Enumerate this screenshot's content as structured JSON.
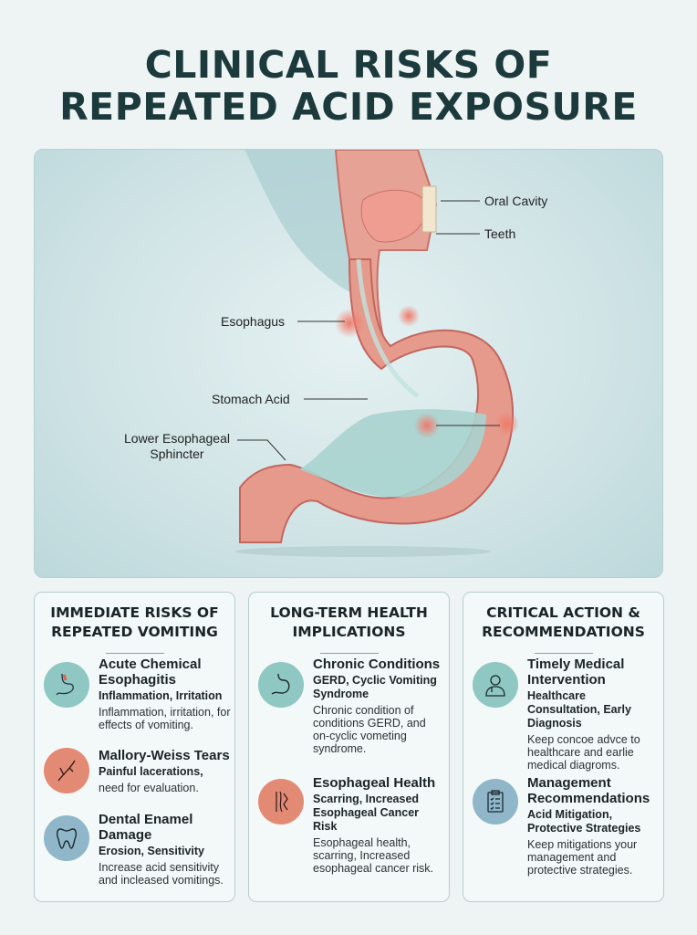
{
  "title": {
    "line1": "CLINICAL RISKS OF",
    "line2": "REPEATED ACID EXPOSURE"
  },
  "diagram": {
    "labels": {
      "oral_cavity": "Oral Cavity",
      "teeth": "Teeth",
      "esophagus": "Esophagus",
      "stomach_acid": "Stomach Acid",
      "les_line1": "Lower Esophageal",
      "les_line2": "Sphincter"
    }
  },
  "colors": {
    "title": "#1c3a3c",
    "teal": "#8fc7c2",
    "coral": "#e38a74",
    "blue": "#8fb7c9",
    "tissue": "#e8a094"
  },
  "cards": [
    {
      "heading": "IMMEDIATE RISKS OF REPEATED VOMITING",
      "items": [
        {
          "icon": "esophagus-icon",
          "title": "Acute Chemical Esophagitis",
          "subtitle": "Inflammation, Irritation",
          "desc": "Inflammation, irritation, for effects of vomiting."
        },
        {
          "icon": "tear-icon",
          "title": "Mallory-Weiss Tears",
          "subtitle": "Painful lacerations,",
          "desc": "need for evaluation."
        },
        {
          "icon": "tooth-icon",
          "title": "Dental Enamel Damage",
          "subtitle": "Erosion, Sensitivity",
          "desc": "Increase acid sensitivity and incleased vomitings."
        }
      ]
    },
    {
      "heading": "LONG-TERM HEALTH IMPLICATIONS",
      "items": [
        {
          "icon": "stomach-icon",
          "title": "Chronic Conditions",
          "subtitle": "GERD, Cyclic Vomiting Syndrome",
          "desc": "Chronic condition of conditions GERD, and on-cyclic vometing syndrome."
        },
        {
          "icon": "scarring-icon",
          "title": "Esophageal Health",
          "subtitle": "Scarring, Increased Esophageal Cancer Risk",
          "desc": "Esophageal health, scarring, Increased esophageal cancer risk."
        }
      ]
    },
    {
      "heading": "CRITICAL ACTION & RECOMMENDATIONS",
      "items": [
        {
          "icon": "doctor-icon",
          "title": "Timely Medical Intervention",
          "subtitle": "Healthcare Consultation, Early Diagnosis",
          "desc": "Keep concoe advce to healthcare and earlie medical diagroms."
        },
        {
          "icon": "clipboard-icon",
          "title": "Management Recommendations",
          "subtitle": "Acid Mitigation, Protective Strategies",
          "desc": "Keep mitigations your management and protective strategies."
        }
      ]
    }
  ]
}
